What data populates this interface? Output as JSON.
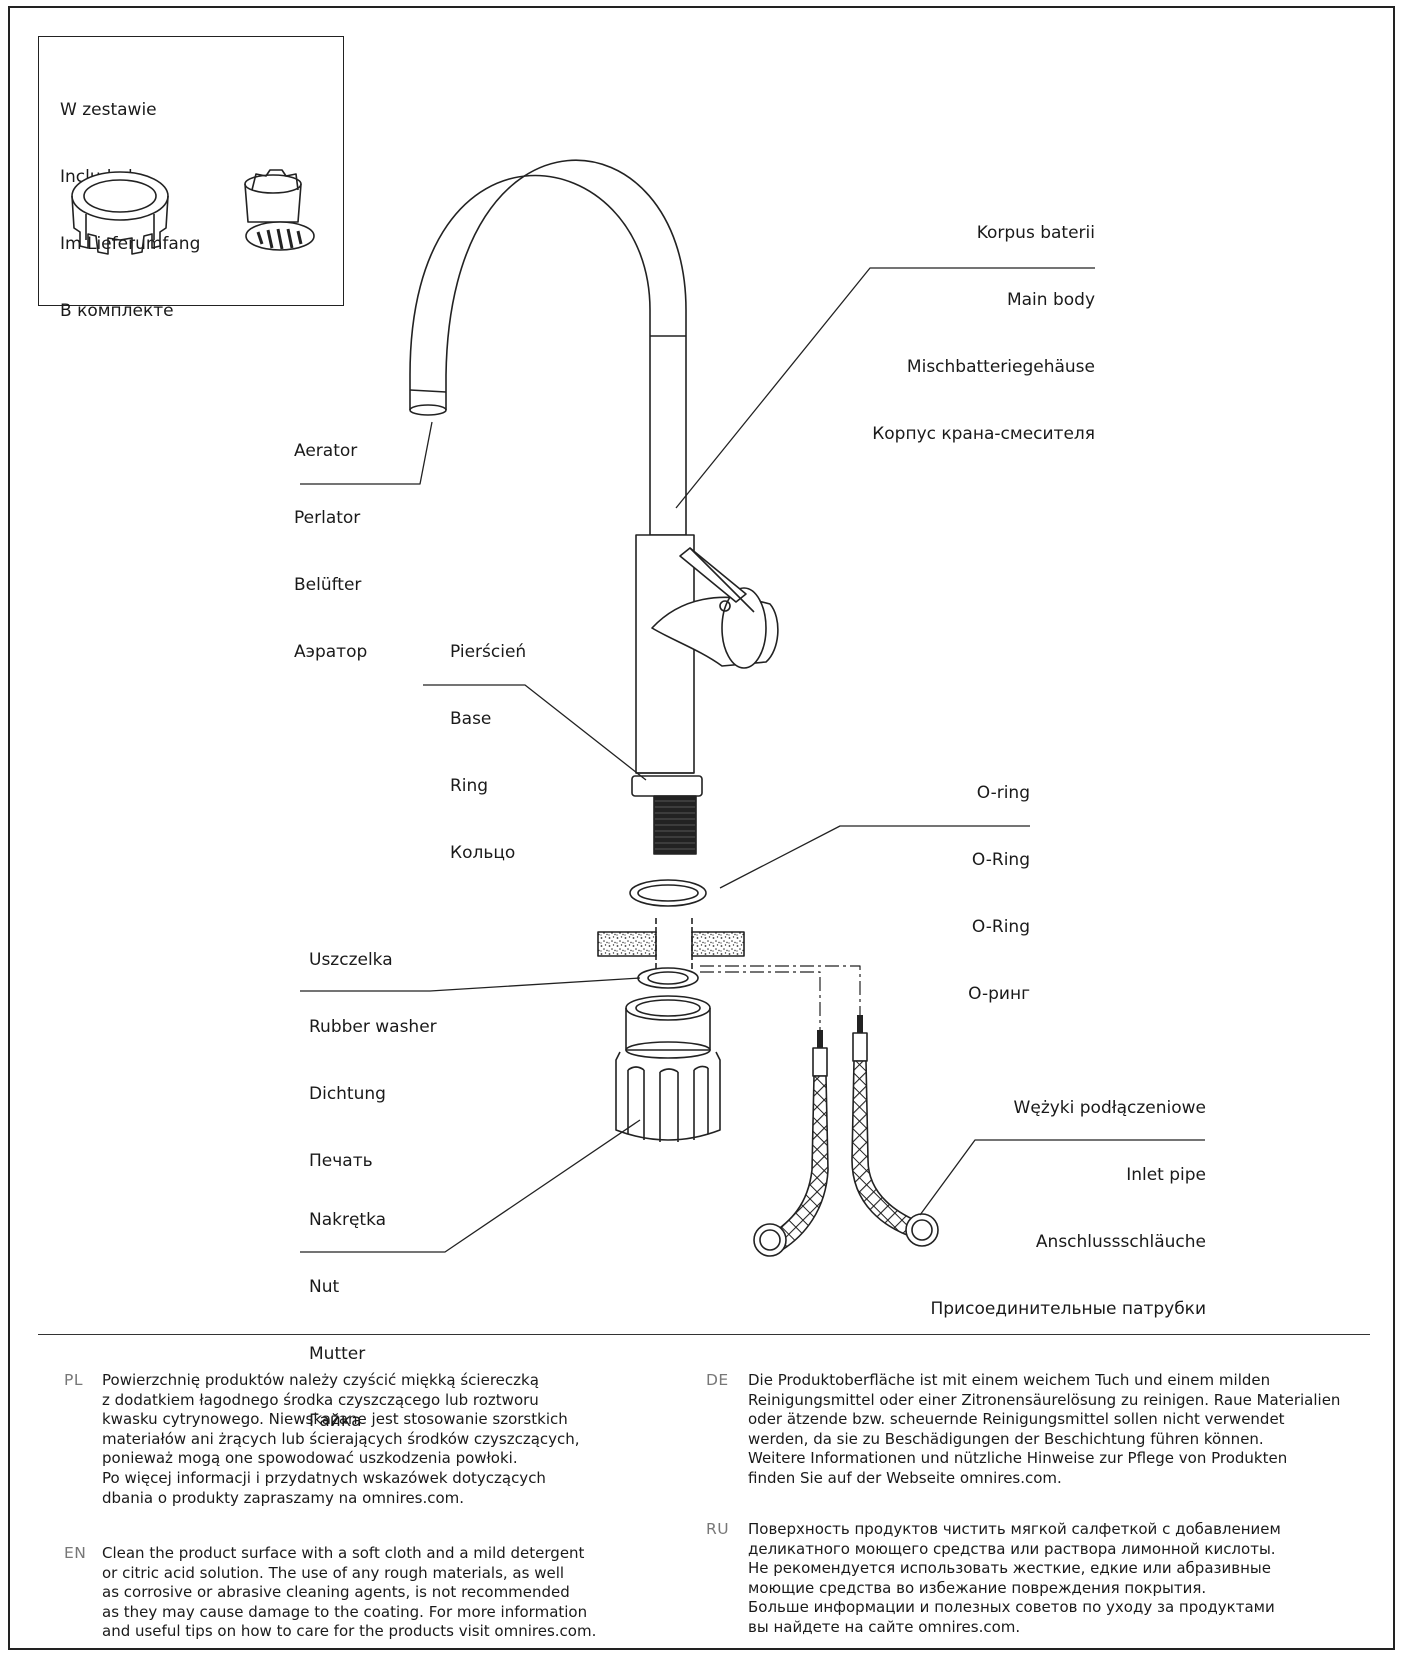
{
  "included": {
    "lines": [
      "W zestawie",
      "Included",
      "Im Lieferumfang",
      "В комплекте"
    ]
  },
  "callouts": {
    "main_body": [
      "Korpus baterii",
      "Main body",
      "Mischbatteriegehäuse",
      "Корпус крана-смесителя"
    ],
    "aerator": [
      "Aerator",
      "Perlator",
      "Belüfter",
      "Аэратор"
    ],
    "ring": [
      "Pierścień",
      "Base",
      "Ring",
      "Кольцо"
    ],
    "o_ring": [
      "O-ring",
      "O-Ring",
      "O-Ring",
      "O-ринг"
    ],
    "washer": [
      "Uszczelka",
      "Rubber washer",
      "Dichtung",
      "Печать"
    ],
    "inlet_pipe": [
      "Wężyki podłączeniowe",
      "Inlet pipe",
      "Anschlussschläuche",
      "Присоединительные патрубки"
    ],
    "nut": [
      "Nakrętka",
      "Nut",
      "Mutter",
      "Гайка"
    ]
  },
  "care": [
    {
      "code": "PL",
      "text": "Powierzchnię produktów należy czyścić miękką ściereczką\nz dodatkiem łagodnego środka czyszczącego lub roztworu\nkwasku cytrynowego. Niewskazane jest stosowanie szorstkich\nmateriałów ani żrących lub ścierających środków czyszczących,\nponieważ mogą one spowodować uszkodzenia powłoki.\nPo więcej informacji i przydatnych wskazówek dotyczących\ndbania o produkty zapraszamy na omnires.com."
    },
    {
      "code": "EN",
      "text": "Clean the product surface with a soft cloth and a mild detergent\nor citric acid solution. The use of any rough materials, as well\nas corrosive or abrasive cleaning agents, is not recommended\nas they may cause damage to the coating. For more information\nand useful tips on how to care for the products visit omnires.com."
    },
    {
      "code": "DE",
      "text": "Die Produktoberfläche ist mit einem weichem Tuch und einem milden\nReinigungsmittel oder einer Zitronensäurelösung zu reinigen. Raue Materialien\noder ätzende bzw. scheuernde Reinigungsmittel sollen nicht verwendet\nwerden, da sie zu Beschädigungen der Beschichtung führen können.\nWeitere Informationen und nützliche Hinweise zur Pflege von Produkten\nfinden Sie auf der Webseite omnires.com."
    },
    {
      "code": "RU",
      "text": "Поверхность продуктов чистить мягкой салфеткой с добавлением\nделикатного моющего средства или раствора лимонной кислоты.\nНе рекомендуется использовать жесткие, едкие или абразивные\nмоющие средства во избежание повреждения покрытия.\nБольше информации и полезных советов по уходу за продуктами\nвы найдете на сайте omnires.com."
    }
  ]
}
